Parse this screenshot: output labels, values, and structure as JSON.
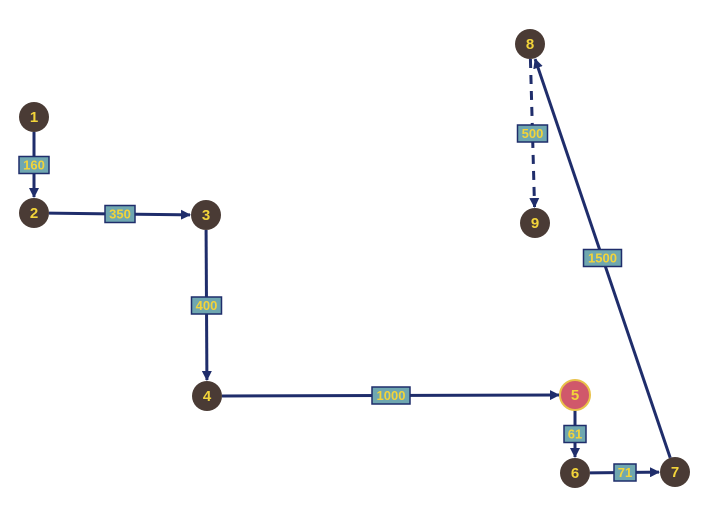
{
  "colors": {
    "background": "#ffffff",
    "edge": "#1f2d6b",
    "node_fill": "#4a3b35",
    "node_highlight_fill": "#d0586b",
    "node_highlight_stroke": "#e8c14a",
    "node_text": "#f2d43a",
    "label_box_fill": "#6fa7b0",
    "label_box_stroke": "#1f2d6b",
    "label_text": "#f2d43a"
  },
  "nodes": [
    {
      "id": "1",
      "label": "1",
      "highlight": false
    },
    {
      "id": "2",
      "label": "2",
      "highlight": false
    },
    {
      "id": "3",
      "label": "3",
      "highlight": false
    },
    {
      "id": "4",
      "label": "4",
      "highlight": false
    },
    {
      "id": "5",
      "label": "5",
      "highlight": true
    },
    {
      "id": "6",
      "label": "6",
      "highlight": false
    },
    {
      "id": "7",
      "label": "7",
      "highlight": false
    },
    {
      "id": "8",
      "label": "8",
      "highlight": false
    },
    {
      "id": "9",
      "label": "9",
      "highlight": false
    }
  ],
  "edges": [
    {
      "from": "1",
      "to": "2",
      "label": "160",
      "style": "solid"
    },
    {
      "from": "2",
      "to": "3",
      "label": "350",
      "style": "solid"
    },
    {
      "from": "3",
      "to": "4",
      "label": "400",
      "style": "solid"
    },
    {
      "from": "4",
      "to": "5",
      "label": "1000",
      "style": "solid"
    },
    {
      "from": "5",
      "to": "6",
      "label": "61",
      "style": "solid"
    },
    {
      "from": "6",
      "to": "7",
      "label": "71",
      "style": "solid"
    },
    {
      "from": "7",
      "to": "8",
      "label": "1500",
      "style": "solid"
    },
    {
      "from": "8",
      "to": "9",
      "label": "500",
      "style": "dashed"
    }
  ]
}
